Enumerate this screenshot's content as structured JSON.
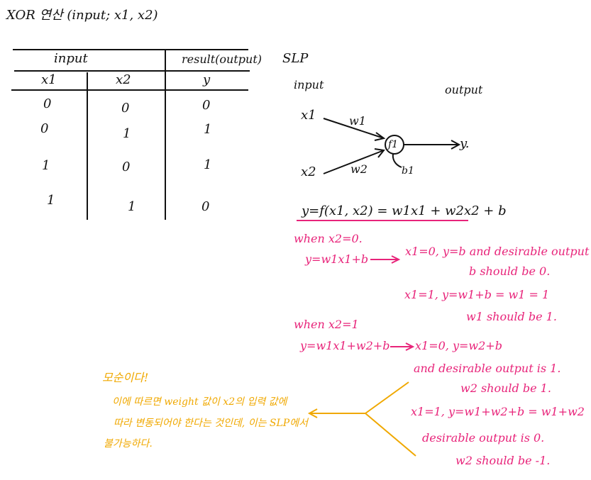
{
  "title": "XOR 연산 (input; x1, x2)",
  "table": {
    "group_input": "input",
    "group_result": "result(output)",
    "headers": [
      "x1",
      "x2",
      "y"
    ],
    "rows": [
      [
        "0",
        "0",
        "0"
      ],
      [
        "0",
        "1",
        "1"
      ],
      [
        "1",
        "0",
        "1"
      ],
      [
        "1",
        "1",
        "0"
      ]
    ]
  },
  "diagram": {
    "label": "SLP",
    "input_label": "input",
    "output_label": "output",
    "x1": "x1",
    "x2": "x2",
    "w1": "w1",
    "w2": "w2",
    "node": "f1",
    "bias": "b1",
    "y": "y.",
    "formula": "y=f(x1, x2) = w1x1 + w2x2 + b"
  },
  "case1": {
    "when": "when  x2=0.",
    "eq": "y=w1x1+b",
    "r1": "x1=0, y=b and desirable output 0.",
    "r2": "b should be 0.",
    "r3": "x1=1, y=w1+b = w1 = 1",
    "r4": "w1 should be 1."
  },
  "case2": {
    "when": "when  x2=1",
    "eq": "y=w1x1+w2+b",
    "r1": "x1=0, y=w2+b",
    "r2": "and desirable output is 1.",
    "r3": "w2 should be 1.",
    "r4": "x1=1, y=w1+w2+b = w1+w2",
    "r5": "desirable output is 0.",
    "r6": "w2 should be -1."
  },
  "conclusion": {
    "l1": "모순이다!",
    "l2": "이에 따르면 weight 값이 x2의 입력 값에",
    "l3": "따라 변동되어야 한다는 것인데, 이는 SLP에서",
    "l4": "불가능하다."
  },
  "colors": {
    "ink": "#111111",
    "pink": "#e8247a",
    "gold": "#f0a800"
  }
}
